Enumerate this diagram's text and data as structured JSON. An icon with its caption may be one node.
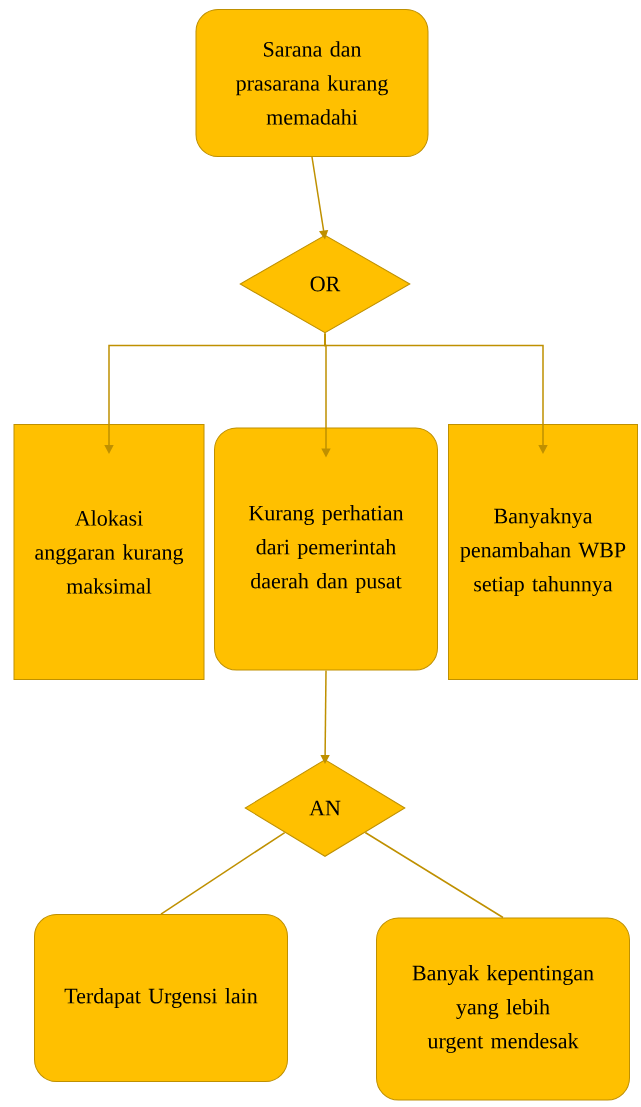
{
  "diagram": {
    "nodes": [
      {
        "text": [
          "Sarana dan prasarana kurang memadahi"
        ]
      },
      {
        "text": [
          "OR"
        ]
      },
      {
        "text": [
          "Alokasi anggaran kurang maksimal"
        ]
      },
      {
        "text": [
          "Kurang perhatian dari pemerintah daerah dan pusat"
        ]
      },
      {
        "text": [
          "Banyaknya penambahan WBP setiap tahunnya"
        ]
      },
      {
        "text": [
          "AN"
        ]
      },
      {
        "text": [
          "Terdapat Urgensi lain"
        ]
      },
      {
        "text": [
          "Banyak kepentingan yang lebih urgent mendesak"
        ]
      }
    ],
    "edges": [
      {
        "from": 0,
        "to": 1,
        "arrow": "to"
      },
      {
        "from": 1,
        "to": 2,
        "arrow": "to"
      },
      {
        "from": 1,
        "to": 3,
        "arrow": "to"
      },
      {
        "from": 1,
        "to": 4,
        "arrow": "to"
      },
      {
        "from": 3,
        "to": 5,
        "arrow": "to"
      },
      {
        "from": 5,
        "to": 6,
        "arrow": "none"
      },
      {
        "from": 5,
        "to": 7,
        "arrow": "none"
      }
    ]
  }
}
